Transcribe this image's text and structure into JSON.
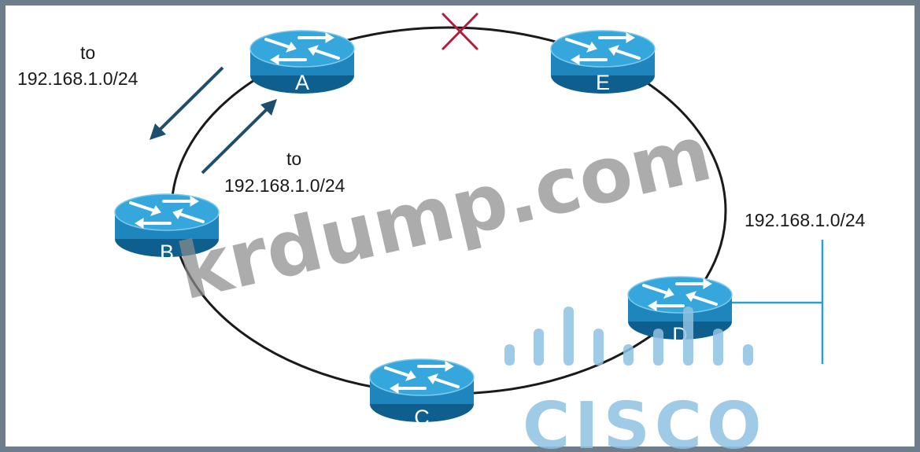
{
  "labels": {
    "route_out": [
      "to",
      "192.168.1.0/24"
    ],
    "route_in": [
      "to",
      "192.168.1.0/24"
    ],
    "network": "192.168.1.0/24"
  },
  "routers": [
    {
      "id": "A",
      "label": "A"
    },
    {
      "id": "E",
      "label": "E"
    },
    {
      "id": "B",
      "label": "B"
    },
    {
      "id": "D",
      "label": "D"
    },
    {
      "id": "C",
      "label": "C"
    }
  ],
  "watermark": {
    "text": "krdump.com",
    "brand": "CISCO"
  },
  "colors": {
    "router_fill": "#1f8fc4",
    "ring": "#1a1a1a",
    "failure_mark": "#b01e3c",
    "arrow": "#1c4f6e",
    "network_line": "#2aa0cc",
    "frame": "#6f7c89"
  },
  "icons": {
    "router": "router-icon",
    "failure": "link-failure-x-icon",
    "brand": "cisco-logo-icon"
  }
}
